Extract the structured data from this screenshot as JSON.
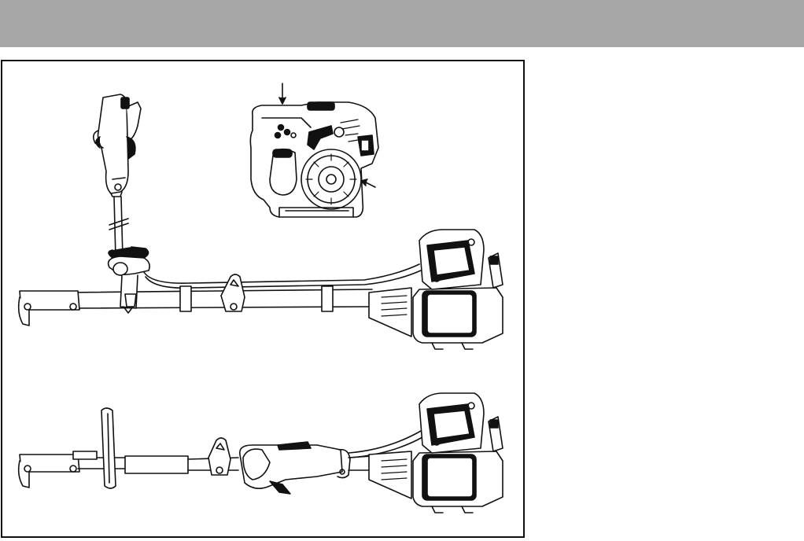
{
  "header": {
    "background": "#a7a7a7"
  },
  "figure": {
    "border_color": "#111111",
    "drawings": {
      "handle": "trimmer-handle-illustration",
      "engine": "engine-housing-illustration",
      "machine_top": "trimmer-with-loop-handle-illustration",
      "machine_bottom": "trimmer-with-bike-handle-illustration"
    }
  }
}
